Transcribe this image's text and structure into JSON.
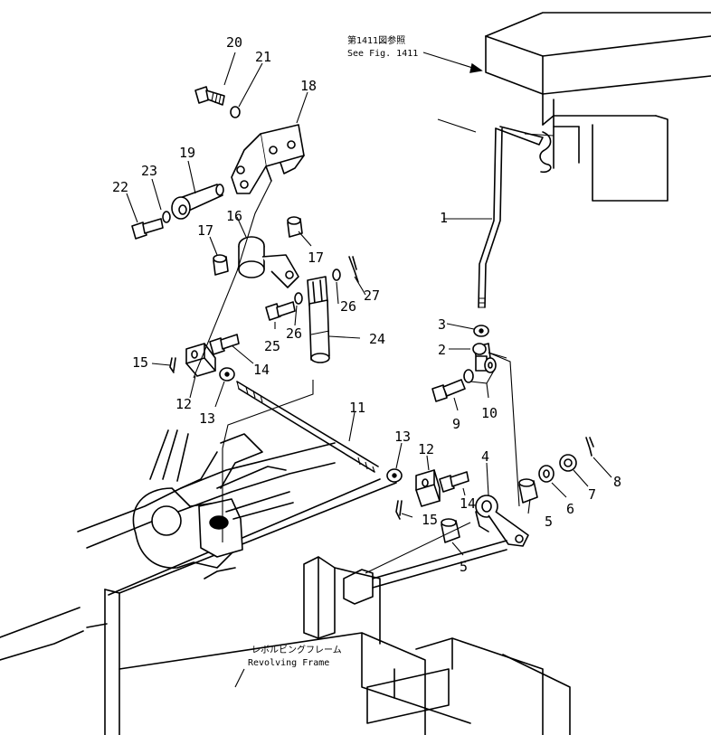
{
  "notes": {
    "ref_jp": "第1411図参照",
    "ref_en": "See Fig. 1411",
    "frame_jp": "レボルビングフレーム",
    "frame_en": "Revolving Frame"
  },
  "callouts": {
    "c1": "1",
    "c2": "2",
    "c3": "3",
    "c4": "4",
    "c5a": "5",
    "c5b": "5",
    "c6": "6",
    "c7": "7",
    "c8": "8",
    "c9": "9",
    "c10": "10",
    "c11": "11",
    "c12a": "12",
    "c12b": "12",
    "c13a": "13",
    "c13b": "13",
    "c14a": "14",
    "c14b": "14",
    "c15a": "15",
    "c15b": "15",
    "c16": "16",
    "c17a": "17",
    "c17b": "17",
    "c18": "18",
    "c19": "19",
    "c20": "20",
    "c21": "21",
    "c22": "22",
    "c23": "23",
    "c24": "24",
    "c25": "25",
    "c26a": "26",
    "c26b": "26",
    "c27": "27"
  }
}
